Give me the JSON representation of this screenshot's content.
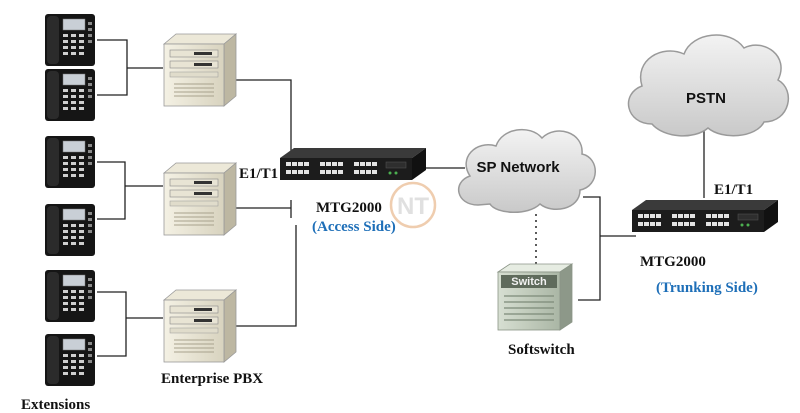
{
  "labels": {
    "extensions": "Extensions",
    "enterprise_pbx": "Enterprise PBX",
    "e1t1_left": "E1/T1",
    "mtg_left": "MTG2000",
    "access_side": "(Access Side)",
    "sp_network": "SP Network",
    "switch": "Switch",
    "softswitch": "Softswitch",
    "pstn": "PSTN",
    "e1t1_right": "E1/T1",
    "mtg_right": "MTG2000",
    "trunking_side": "(Trunking Side)",
    "watermark": "NT"
  },
  "colors": {
    "accent_blue": "#1e6fb8",
    "cloud_fill": "#dadada",
    "device_dark": "#1c1c1c"
  }
}
